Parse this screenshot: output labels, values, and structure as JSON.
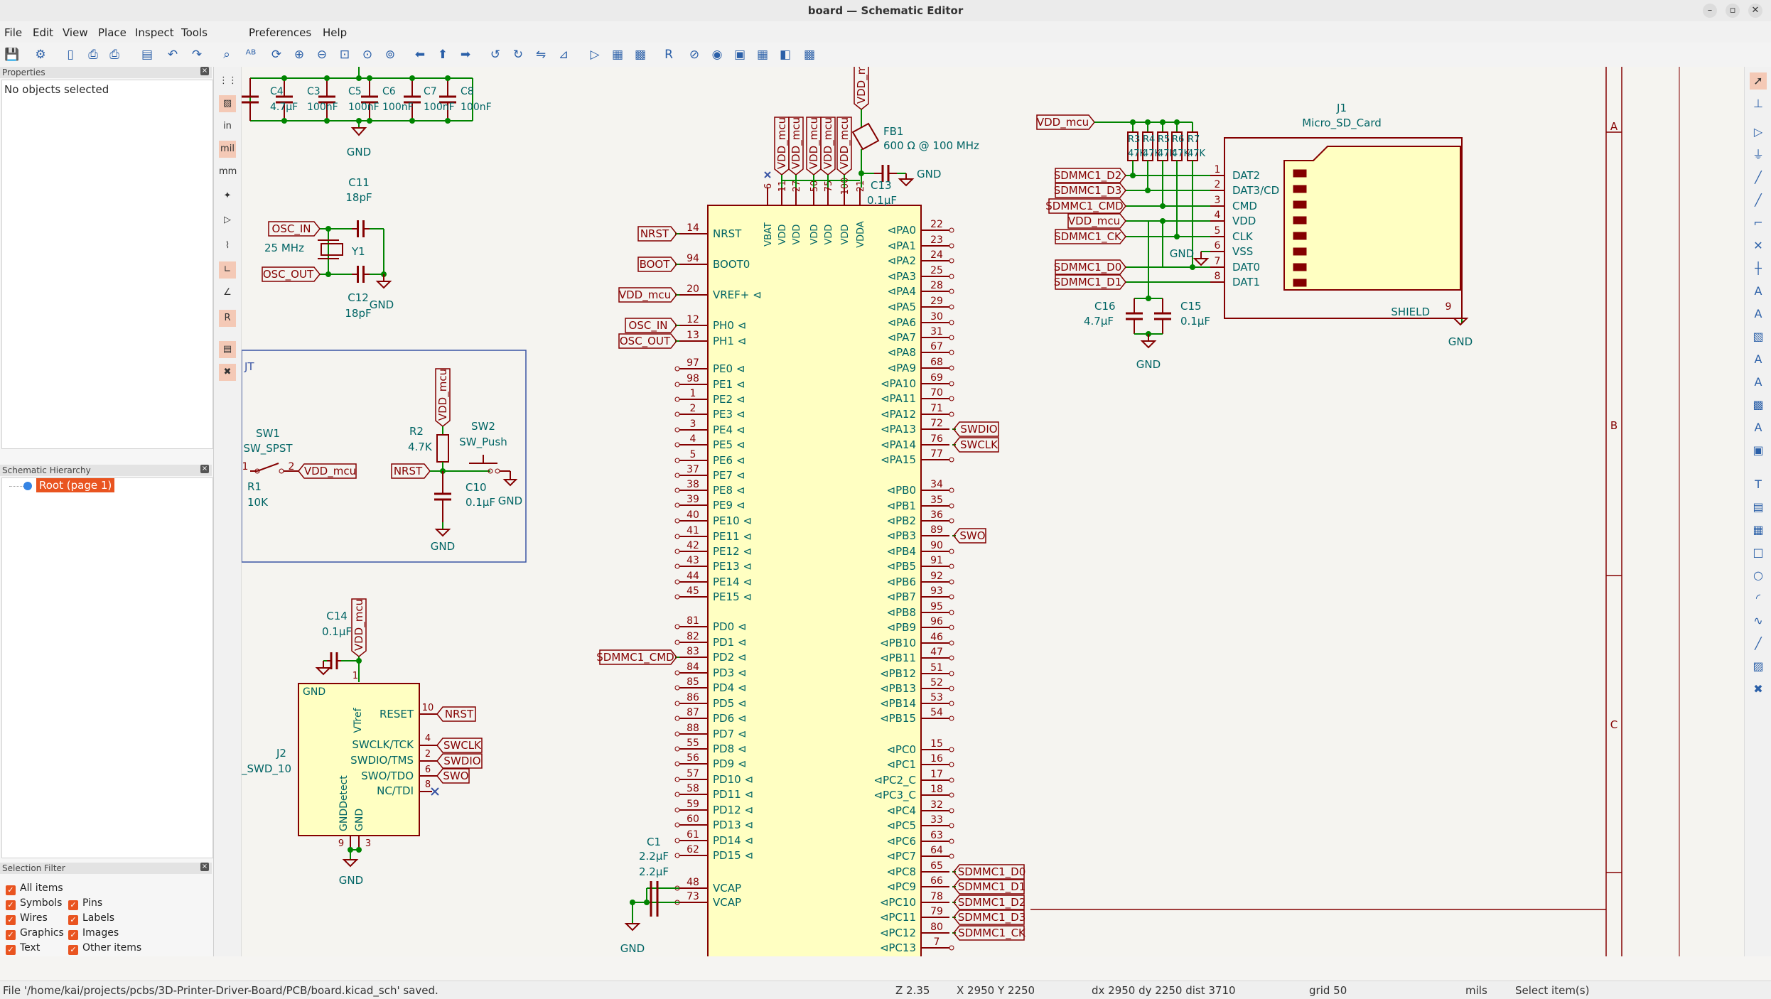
{
  "window": {
    "title": "board — Schematic Editor",
    "min_icon": "minimize-icon",
    "max_icon": "maximize-icon",
    "close_icon": "close-icon"
  },
  "menu": [
    "File",
    "Edit",
    "View",
    "Place",
    "Inspect",
    "Tools",
    "Preferences",
    "Help"
  ],
  "panels": {
    "properties": {
      "title": "Properties",
      "body": "No objects selected"
    },
    "hierarchy": {
      "title": "Schematic Hierarchy",
      "root": "Root (page 1)"
    },
    "selection_filter": {
      "title": "Selection Filter",
      "items": [
        "All items",
        "Symbols",
        "Pins",
        "Wires",
        "Labels",
        "Graphics",
        "Images",
        "Text",
        "Other items"
      ]
    }
  },
  "status": {
    "file": "File '/home/kai/projects/pcbs/3D-Printer-Driver-Board/PCB/board.kicad_sch' saved.",
    "zoom": "Z 2.35",
    "pos": "X 2950  Y 2250",
    "delta": "dx 2950  dy 2250  dist 3710",
    "grid": "grid 50",
    "units": "mils",
    "mode": "Select item(s)"
  },
  "colors": {
    "wire": "#008400",
    "sym": "#840000",
    "fill": "#ffffc2",
    "net": "#840000",
    "val": "#006464",
    "accent": "#e95420"
  },
  "schematic": {
    "caps_top": {
      "refs": [
        "C4",
        "C3",
        "C5",
        "C6",
        "C7",
        "C8"
      ],
      "vals": [
        "4.7µF",
        "100nF",
        "100nF",
        "100nF",
        "100nF",
        "100nF"
      ],
      "gnd": "GND"
    },
    "osc": {
      "c11": "C11",
      "c11v": "18pF",
      "c12": "C12",
      "c12v": "18pF",
      "y1": "Y1",
      "freq": "25 MHz",
      "in": "OSC_IN",
      "out": "OSC_OUT",
      "gnd": "GND"
    },
    "reset": {
      "sw1": "SW1",
      "sw1v": "SW_SPST",
      "r1": "R1",
      "r1v": "10K",
      "vdd": "VDD_mcu",
      "r2": "R2",
      "r2v": "4.7K",
      "sw2": "SW2",
      "sw2v": "SW_Push",
      "c10": "C10",
      "c10v": "0.1µF",
      "nrst": "NRST",
      "gnd": "GND",
      "gnd2": "GND",
      "vddv": "VDD_mcu",
      "pin1": "1",
      "pin2": "2",
      "fragment": "JT"
    },
    "swd": {
      "c14": "C14",
      "c14v": "0.1µF",
      "vdd": "VDD_mcu",
      "j2": "J2",
      "j2v": "_SWD_10",
      "gnd": "GND",
      "vtref": "VTref",
      "reset": "RESET",
      "swclk": "SWCLK/TCK",
      "swdio": "SWDIO/TMS",
      "swo": "SWO/TDO",
      "nc": "NC/TDI",
      "gnddet": "GNDDetect",
      "gndpin": "GND",
      "pins": [
        "1",
        "10",
        "4",
        "2",
        "6",
        "8",
        "9",
        "3"
      ],
      "nets": [
        "NRST",
        "SWCLK",
        "SWDIO",
        "SWO"
      ],
      "gndbot": "GND"
    },
    "fb": {
      "ref": "FB1",
      "val": "600 Ω @ 100 MHz",
      "c13": "C13",
      "c13v": "0.1µF",
      "gnd": "GND",
      "vdd_top": "VDD_mcu"
    },
    "mcu": {
      "top_pins": [
        {
          "n": "6",
          "name": "VBAT"
        },
        {
          "n": "11",
          "name": "VDD"
        },
        {
          "n": "27",
          "name": "VDD"
        },
        {
          "n": "50",
          "name": "VDD"
        },
        {
          "n": "75",
          "name": "VDD"
        },
        {
          "n": "100",
          "name": "VDD"
        },
        {
          "n": "21",
          "name": "VDDA"
        }
      ],
      "top_nets": [
        "VDD_mcu",
        "VDD_mcu",
        "VDD_mcu",
        "VDD_mcu",
        "VDD_mcu"
      ],
      "left_pins": [
        {
          "n": "14",
          "name": "NRST",
          "net": "NRST"
        },
        {
          "n": "94",
          "name": "BOOT0",
          "net": "BOOT"
        },
        {
          "n": "20",
          "name": "VREF+",
          "net": "VDD_mcu"
        },
        {
          "n": "12",
          "name": "PH0",
          "net": "OSC_IN"
        },
        {
          "n": "13",
          "name": "PH1",
          "net": "OSC_OUT"
        },
        {
          "n": "97",
          "name": "PE0",
          "net": ""
        },
        {
          "n": "98",
          "name": "PE1",
          "net": ""
        },
        {
          "n": "1",
          "name": "PE2",
          "net": ""
        },
        {
          "n": "2",
          "name": "PE3",
          "net": ""
        },
        {
          "n": "3",
          "name": "PE4",
          "net": ""
        },
        {
          "n": "4",
          "name": "PE5",
          "net": ""
        },
        {
          "n": "5",
          "name": "PE6",
          "net": ""
        },
        {
          "n": "37",
          "name": "PE7",
          "net": ""
        },
        {
          "n": "38",
          "name": "PE8",
          "net": ""
        },
        {
          "n": "39",
          "name": "PE9",
          "net": ""
        },
        {
          "n": "40",
          "name": "PE10",
          "net": ""
        },
        {
          "n": "41",
          "name": "PE11",
          "net": ""
        },
        {
          "n": "42",
          "name": "PE12",
          "net": ""
        },
        {
          "n": "43",
          "name": "PE13",
          "net": ""
        },
        {
          "n": "44",
          "name": "PE14",
          "net": ""
        },
        {
          "n": "45",
          "name": "PE15",
          "net": ""
        },
        {
          "n": "81",
          "name": "PD0",
          "net": ""
        },
        {
          "n": "82",
          "name": "PD1",
          "net": ""
        },
        {
          "n": "83",
          "name": "PD2",
          "net": "SDMMC1_CMD"
        },
        {
          "n": "84",
          "name": "PD3",
          "net": ""
        },
        {
          "n": "85",
          "name": "PD4",
          "net": ""
        },
        {
          "n": "86",
          "name": "PD5",
          "net": ""
        },
        {
          "n": "87",
          "name": "PD6",
          "net": ""
        },
        {
          "n": "88",
          "name": "PD7",
          "net": ""
        },
        {
          "n": "55",
          "name": "PD8",
          "net": ""
        },
        {
          "n": "56",
          "name": "PD9",
          "net": ""
        },
        {
          "n": "57",
          "name": "PD10",
          "net": ""
        },
        {
          "n": "58",
          "name": "PD11",
          "net": ""
        },
        {
          "n": "59",
          "name": "PD12",
          "net": ""
        },
        {
          "n": "60",
          "name": "PD13",
          "net": ""
        },
        {
          "n": "61",
          "name": "PD14",
          "net": ""
        },
        {
          "n": "62",
          "name": "PD15",
          "net": ""
        },
        {
          "n": "48",
          "name": "VCAP",
          "net": ""
        },
        {
          "n": "73",
          "name": "VCAP",
          "net": ""
        }
      ],
      "right_pins": [
        {
          "n": "22",
          "name": "PA0",
          "net": ""
        },
        {
          "n": "23",
          "name": "PA1",
          "net": ""
        },
        {
          "n": "24",
          "name": "PA2",
          "net": ""
        },
        {
          "n": "25",
          "name": "PA3",
          "net": ""
        },
        {
          "n": "28",
          "name": "PA4",
          "net": ""
        },
        {
          "n": "29",
          "name": "PA5",
          "net": ""
        },
        {
          "n": "30",
          "name": "PA6",
          "net": ""
        },
        {
          "n": "31",
          "name": "PA7",
          "net": ""
        },
        {
          "n": "67",
          "name": "PA8",
          "net": ""
        },
        {
          "n": "68",
          "name": "PA9",
          "net": ""
        },
        {
          "n": "69",
          "name": "PA10",
          "net": ""
        },
        {
          "n": "70",
          "name": "PA11",
          "net": ""
        },
        {
          "n": "71",
          "name": "PA12",
          "net": ""
        },
        {
          "n": "72",
          "name": "PA13",
          "net": "SWDIO"
        },
        {
          "n": "76",
          "name": "PA14",
          "net": "SWCLK"
        },
        {
          "n": "77",
          "name": "PA15",
          "net": ""
        },
        {
          "n": "34",
          "name": "PB0",
          "net": ""
        },
        {
          "n": "35",
          "name": "PB1",
          "net": ""
        },
        {
          "n": "36",
          "name": "PB2",
          "net": ""
        },
        {
          "n": "89",
          "name": "PB3",
          "net": "SWO"
        },
        {
          "n": "90",
          "name": "PB4",
          "net": ""
        },
        {
          "n": "91",
          "name": "PB5",
          "net": ""
        },
        {
          "n": "92",
          "name": "PB6",
          "net": ""
        },
        {
          "n": "93",
          "name": "PB7",
          "net": ""
        },
        {
          "n": "95",
          "name": "PB8",
          "net": ""
        },
        {
          "n": "96",
          "name": "PB9",
          "net": ""
        },
        {
          "n": "46",
          "name": "PB10",
          "net": ""
        },
        {
          "n": "47",
          "name": "PB11",
          "net": ""
        },
        {
          "n": "51",
          "name": "PB12",
          "net": ""
        },
        {
          "n": "52",
          "name": "PB13",
          "net": ""
        },
        {
          "n": "53",
          "name": "PB14",
          "net": ""
        },
        {
          "n": "54",
          "name": "PB15",
          "net": ""
        },
        {
          "n": "15",
          "name": "PC0",
          "net": ""
        },
        {
          "n": "16",
          "name": "PC1",
          "net": ""
        },
        {
          "n": "17",
          "name": "PC2_C",
          "net": ""
        },
        {
          "n": "18",
          "name": "PC3_C",
          "net": ""
        },
        {
          "n": "32",
          "name": "PC4",
          "net": ""
        },
        {
          "n": "33",
          "name": "PC5",
          "net": ""
        },
        {
          "n": "63",
          "name": "PC6",
          "net": ""
        },
        {
          "n": "64",
          "name": "PC7",
          "net": ""
        },
        {
          "n": "65",
          "name": "PC8",
          "net": "SDMMC1_D0"
        },
        {
          "n": "66",
          "name": "PC9",
          "net": "SDMMC1_D1"
        },
        {
          "n": "78",
          "name": "PC10",
          "net": "SDMMC1_D2"
        },
        {
          "n": "79",
          "name": "PC11",
          "net": "SDMMC1_D3"
        },
        {
          "n": "80",
          "name": "PC12",
          "net": "SDMMC1_CK"
        },
        {
          "n": "7",
          "name": "PC13",
          "net": ""
        }
      ],
      "c1": "C1",
      "c1v": "2.2µF",
      "c1v2": "2.2µF",
      "gnd": "GND"
    },
    "sd": {
      "ref": "J1",
      "val": "Micro_SD_Card",
      "vdd_net": "VDD_mcu",
      "rrefs": [
        "R3",
        "R4",
        "R5",
        "R6",
        "R7"
      ],
      "rvals": [
        "47K",
        "47K",
        "47K",
        "47K",
        "47K"
      ],
      "nets": [
        "SDMMC1_D2",
        "SDMMC1_D3",
        "SDMMC1_CMD",
        "VDD_mcu",
        "SDMMC1_CK",
        "",
        "SDMMC1_D0",
        "SDMMC1_D1"
      ],
      "pins": [
        "1",
        "2",
        "3",
        "4",
        "5",
        "6",
        "7",
        "8"
      ],
      "pinnames": [
        "DAT2",
        "DAT3/CD",
        "CMD",
        "VDD",
        "CLK",
        "VSS",
        "DAT0",
        "DAT1"
      ],
      "shield": "SHIELD",
      "shieldpin": "9",
      "gnd": "GND",
      "gnd2": "GND",
      "gnd3": "GND",
      "c16": "C16",
      "c16v": "4.7µF",
      "c15": "C15",
      "c15v": "0.1µF"
    },
    "border": [
      "A",
      "B",
      "C"
    ]
  }
}
